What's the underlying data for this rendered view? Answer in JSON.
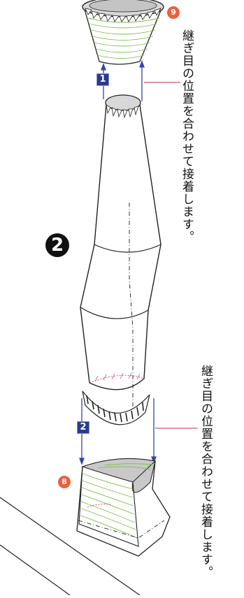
{
  "notes": {
    "top": "継ぎ目の位置を合わせて接着します。",
    "bottom": "継ぎ目の位置を合わせて接着します。"
  },
  "steps": {
    "step1": "1",
    "step2": "2",
    "main": "2"
  },
  "parts": {
    "top_part": "9",
    "bottom_part": "8"
  },
  "colors": {
    "step_box": "#2a3a8c",
    "part_badge": "#e8623a",
    "guide_line": "#c0303a",
    "contour_lines": "#7ac04a",
    "arrow": "#3344aa"
  }
}
